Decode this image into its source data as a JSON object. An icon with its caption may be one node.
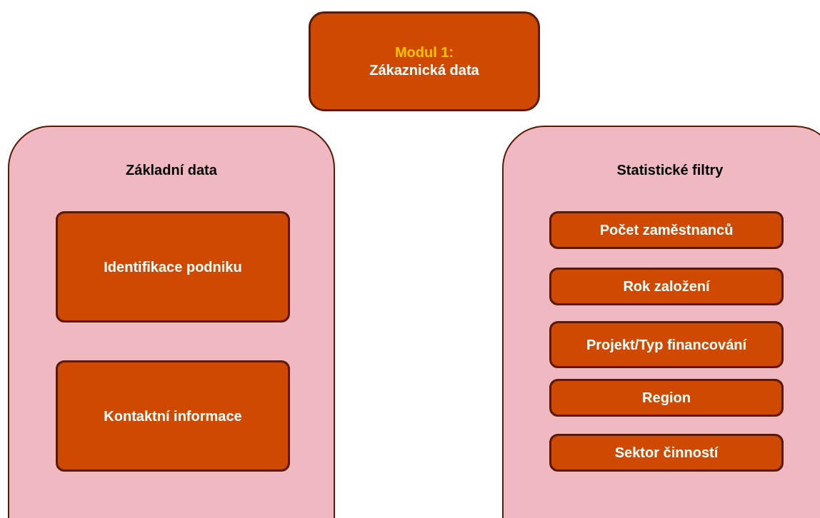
{
  "diagram": {
    "nodes": [
      {
        "text": [
          "Modul 1:",
          "Zákaznická data"
        ]
      },
      {
        "text": [
          "Základní data"
        ]
      },
      {
        "text": [
          "Identifikace podniku"
        ],
        "in": 1
      },
      {
        "text": [
          "Kontaktní informace"
        ],
        "in": 1
      },
      {
        "text": [
          "Statistické filtry"
        ]
      },
      {
        "text": [
          "Počet zaměstnanců"
        ],
        "in": 4
      },
      {
        "text": [
          "Rok založení"
        ],
        "in": 4
      },
      {
        "text": [
          "Projekt/Typ financování"
        ],
        "in": 4
      },
      {
        "text": [
          "Region"
        ],
        "in": 4
      },
      {
        "text": [
          "Sektor činností"
        ],
        "in": 4
      }
    ]
  }
}
